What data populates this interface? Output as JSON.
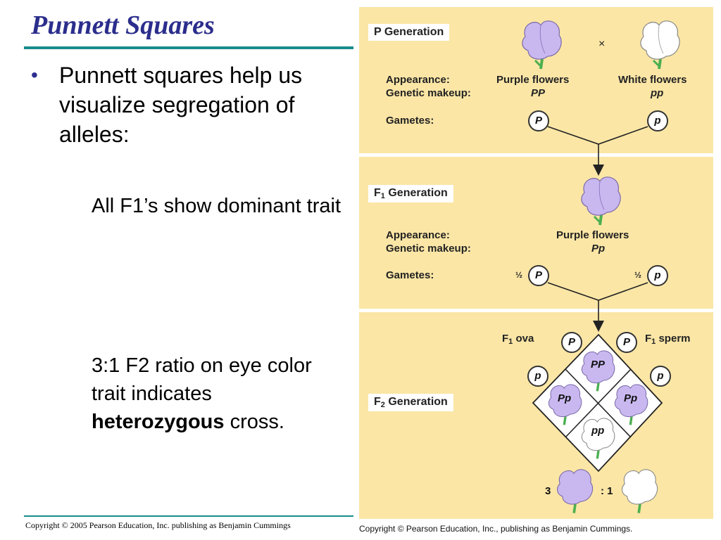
{
  "slide": {
    "title": "Punnett Squares",
    "bullet": "Punnett squares help us visualize segregation of alleles:",
    "sub1": "All F1’s show dominant trait",
    "sub2_pre": "3:1 F2 ratio on eye color trait indicates ",
    "sub2_bold": "heterozygous",
    "sub2_post": " cross.",
    "copyright": "Copyright © 2005 Pearson Education, Inc. publishing as Benjamin Cummings"
  },
  "figure": {
    "p_gen": "P Generation",
    "f1_gen": "Generation",
    "f2_gen": "Generation",
    "f_letter": "F",
    "f1_sub": "1",
    "f2_sub": "2",
    "appearance": "Appearance:",
    "genetic": "Genetic makeup:",
    "gametes": "Gametes:",
    "cross": "×",
    "purple": "Purple flowers",
    "white": "White flowers",
    "PP": "PP",
    "pp": "pp",
    "Pp": "Pp",
    "P": "P",
    "p": "p",
    "half": "½",
    "ova": "ova",
    "sperm": "sperm",
    "ratio3": "3",
    "ratio1": ": 1",
    "copyright": "Copyright © Pearson Education, Inc., publishing as Benjamin Cummings.",
    "colors": {
      "panel": "#fbe6a6",
      "purple": "#c9b8f0",
      "white": "#ffffff",
      "stem": "#4caf50"
    }
  }
}
